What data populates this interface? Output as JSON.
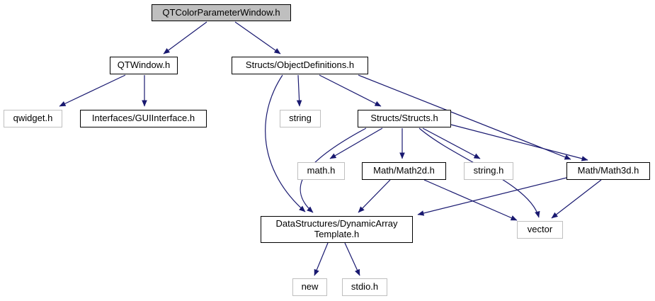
{
  "diagram": {
    "kind": "include-dependency-graph",
    "arrow_color": "#191970",
    "root_fill_color": "#bfbfbf",
    "internal_border_color": "#000000",
    "external_border_color": "#bfbfbf",
    "nodes": [
      {
        "id": "qtcolorparameterwindow",
        "label": "QTColorParameterWindow.h",
        "type": "root"
      },
      {
        "id": "qtwindow",
        "label": "QTWindow.h",
        "type": "internal"
      },
      {
        "id": "objectdefinitions",
        "label": "Structs/ObjectDefinitions.h",
        "type": "internal"
      },
      {
        "id": "qwidget",
        "label": "qwidget.h",
        "type": "external"
      },
      {
        "id": "guiinterface",
        "label": "Interfaces/GUIInterface.h",
        "type": "internal"
      },
      {
        "id": "string",
        "label": "string",
        "type": "external"
      },
      {
        "id": "structs",
        "label": "Structs/Structs.h",
        "type": "internal"
      },
      {
        "id": "math",
        "label": "math.h",
        "type": "external"
      },
      {
        "id": "math2d",
        "label": "Math/Math2d.h",
        "type": "internal"
      },
      {
        "id": "stringh",
        "label": "string.h",
        "type": "external"
      },
      {
        "id": "math3d",
        "label": "Math/Math3d.h",
        "type": "internal"
      },
      {
        "id": "dynamicarraytemplate",
        "label": "DataStructures/DynamicArray\nTemplate.h",
        "type": "internal"
      },
      {
        "id": "vector",
        "label": "vector",
        "type": "external"
      },
      {
        "id": "new",
        "label": "new",
        "type": "external"
      },
      {
        "id": "stdioh",
        "label": "stdio.h",
        "type": "external"
      }
    ],
    "edges": [
      {
        "from": "QTColorParameterWindow.h",
        "to": "QTWindow.h"
      },
      {
        "from": "QTColorParameterWindow.h",
        "to": "Structs/ObjectDefinitions.h"
      },
      {
        "from": "QTWindow.h",
        "to": "qwidget.h"
      },
      {
        "from": "QTWindow.h",
        "to": "Interfaces/GUIInterface.h"
      },
      {
        "from": "Structs/ObjectDefinitions.h",
        "to": "string"
      },
      {
        "from": "Structs/ObjectDefinitions.h",
        "to": "Structs/Structs.h"
      },
      {
        "from": "Structs/ObjectDefinitions.h",
        "to": "Math/Math3d.h"
      },
      {
        "from": "Structs/ObjectDefinitions.h",
        "to": "DataStructures/DynamicArrayTemplate.h"
      },
      {
        "from": "Structs/Structs.h",
        "to": "math.h"
      },
      {
        "from": "Structs/Structs.h",
        "to": "Math/Math2d.h"
      },
      {
        "from": "Structs/Structs.h",
        "to": "string.h"
      },
      {
        "from": "Structs/Structs.h",
        "to": "Math/Math3d.h"
      },
      {
        "from": "Structs/Structs.h",
        "to": "vector"
      },
      {
        "from": "Structs/Structs.h",
        "to": "DataStructures/DynamicArrayTemplate.h"
      },
      {
        "from": "Math/Math2d.h",
        "to": "DataStructures/DynamicArrayTemplate.h"
      },
      {
        "from": "Math/Math2d.h",
        "to": "vector"
      },
      {
        "from": "Math/Math3d.h",
        "to": "vector"
      },
      {
        "from": "Math/Math3d.h",
        "to": "DataStructures/DynamicArrayTemplate.h"
      },
      {
        "from": "DataStructures/DynamicArrayTemplate.h",
        "to": "new"
      },
      {
        "from": "DataStructures/DynamicArrayTemplate.h",
        "to": "stdio.h"
      }
    ]
  }
}
